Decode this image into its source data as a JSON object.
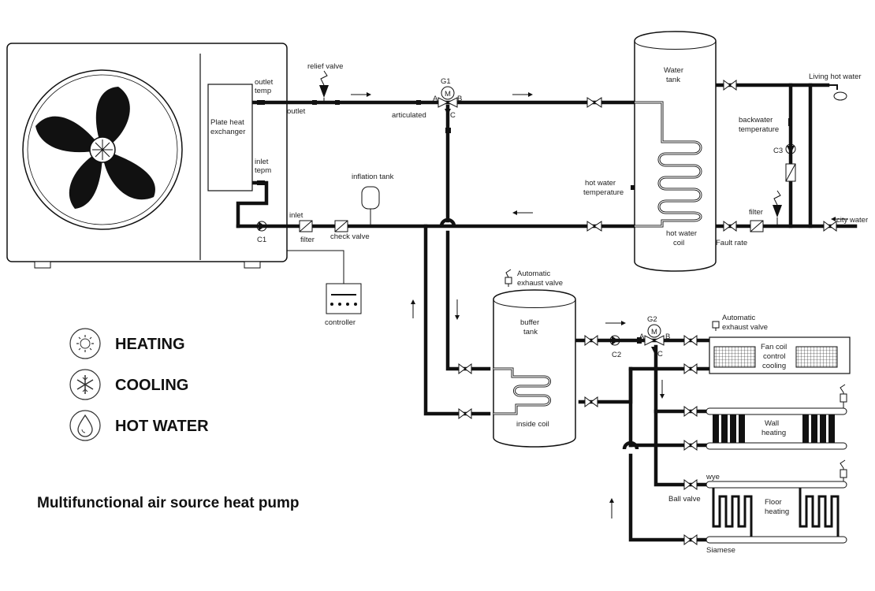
{
  "title": "Multifunctional air source heat pump",
  "legend": {
    "heating": "HEATING",
    "cooling": "COOLING",
    "hot_water": "HOT WATER"
  },
  "labels": {
    "plate_heat": "Plate heat",
    "exchanger": "exchanger",
    "outlet_temp_1": "outlet",
    "outlet_temp_2": "temp",
    "inlet_tepm_1": "inlet",
    "inlet_tepm_2": "tepm",
    "outlet": "outlet",
    "relief_valve": "relief valve",
    "g1": "G1",
    "articulated": "articulated",
    "inlet": "inlet",
    "c1": "C1",
    "filter_1": "filter",
    "check_valve": "check valve",
    "inflation_tank": "inflation tank",
    "controller": "controller",
    "water_tank_1": "Water",
    "water_tank_2": "tank",
    "hot_water_temperature_1": "hot water",
    "hot_water_temperature_2": "temperature",
    "hot_water_coil_1": "hot water",
    "hot_water_coil_2": "coil",
    "living_hot_water": "Living hot water",
    "backwater_temperature_1": "backwater",
    "backwater_temperature_2": "temperature",
    "c3": "C3",
    "filter_2": "filter",
    "fault_rate": "Fault rate",
    "city_water": "city water",
    "auto_exhaust_1a": "Automatic",
    "auto_exhaust_1b": "exhaust valve",
    "buffer_tank_1": "buffer",
    "buffer_tank_2": "tank",
    "inside_coil": "inside coil",
    "g2": "G2",
    "c2": "C2",
    "auto_exhaust_2a": "Automatic",
    "auto_exhaust_2b": "exhaust valve",
    "fan_coil_1": "Fan coil",
    "fan_coil_2": "control",
    "fan_coil_3": "cooling",
    "wall_heating_1": "Wall",
    "wall_heating_2": "heating",
    "wye": "wye",
    "ball_valve": "Ball valve",
    "floor_heating_1": "Floor",
    "floor_heating_2": "heating",
    "siamese": "Siamese",
    "port_a1": "A",
    "port_b1": "B",
    "port_c1": "C",
    "port_a2": "A",
    "port_b2": "B",
    "port_c2": "C",
    "m1": "M",
    "m2": "M"
  }
}
